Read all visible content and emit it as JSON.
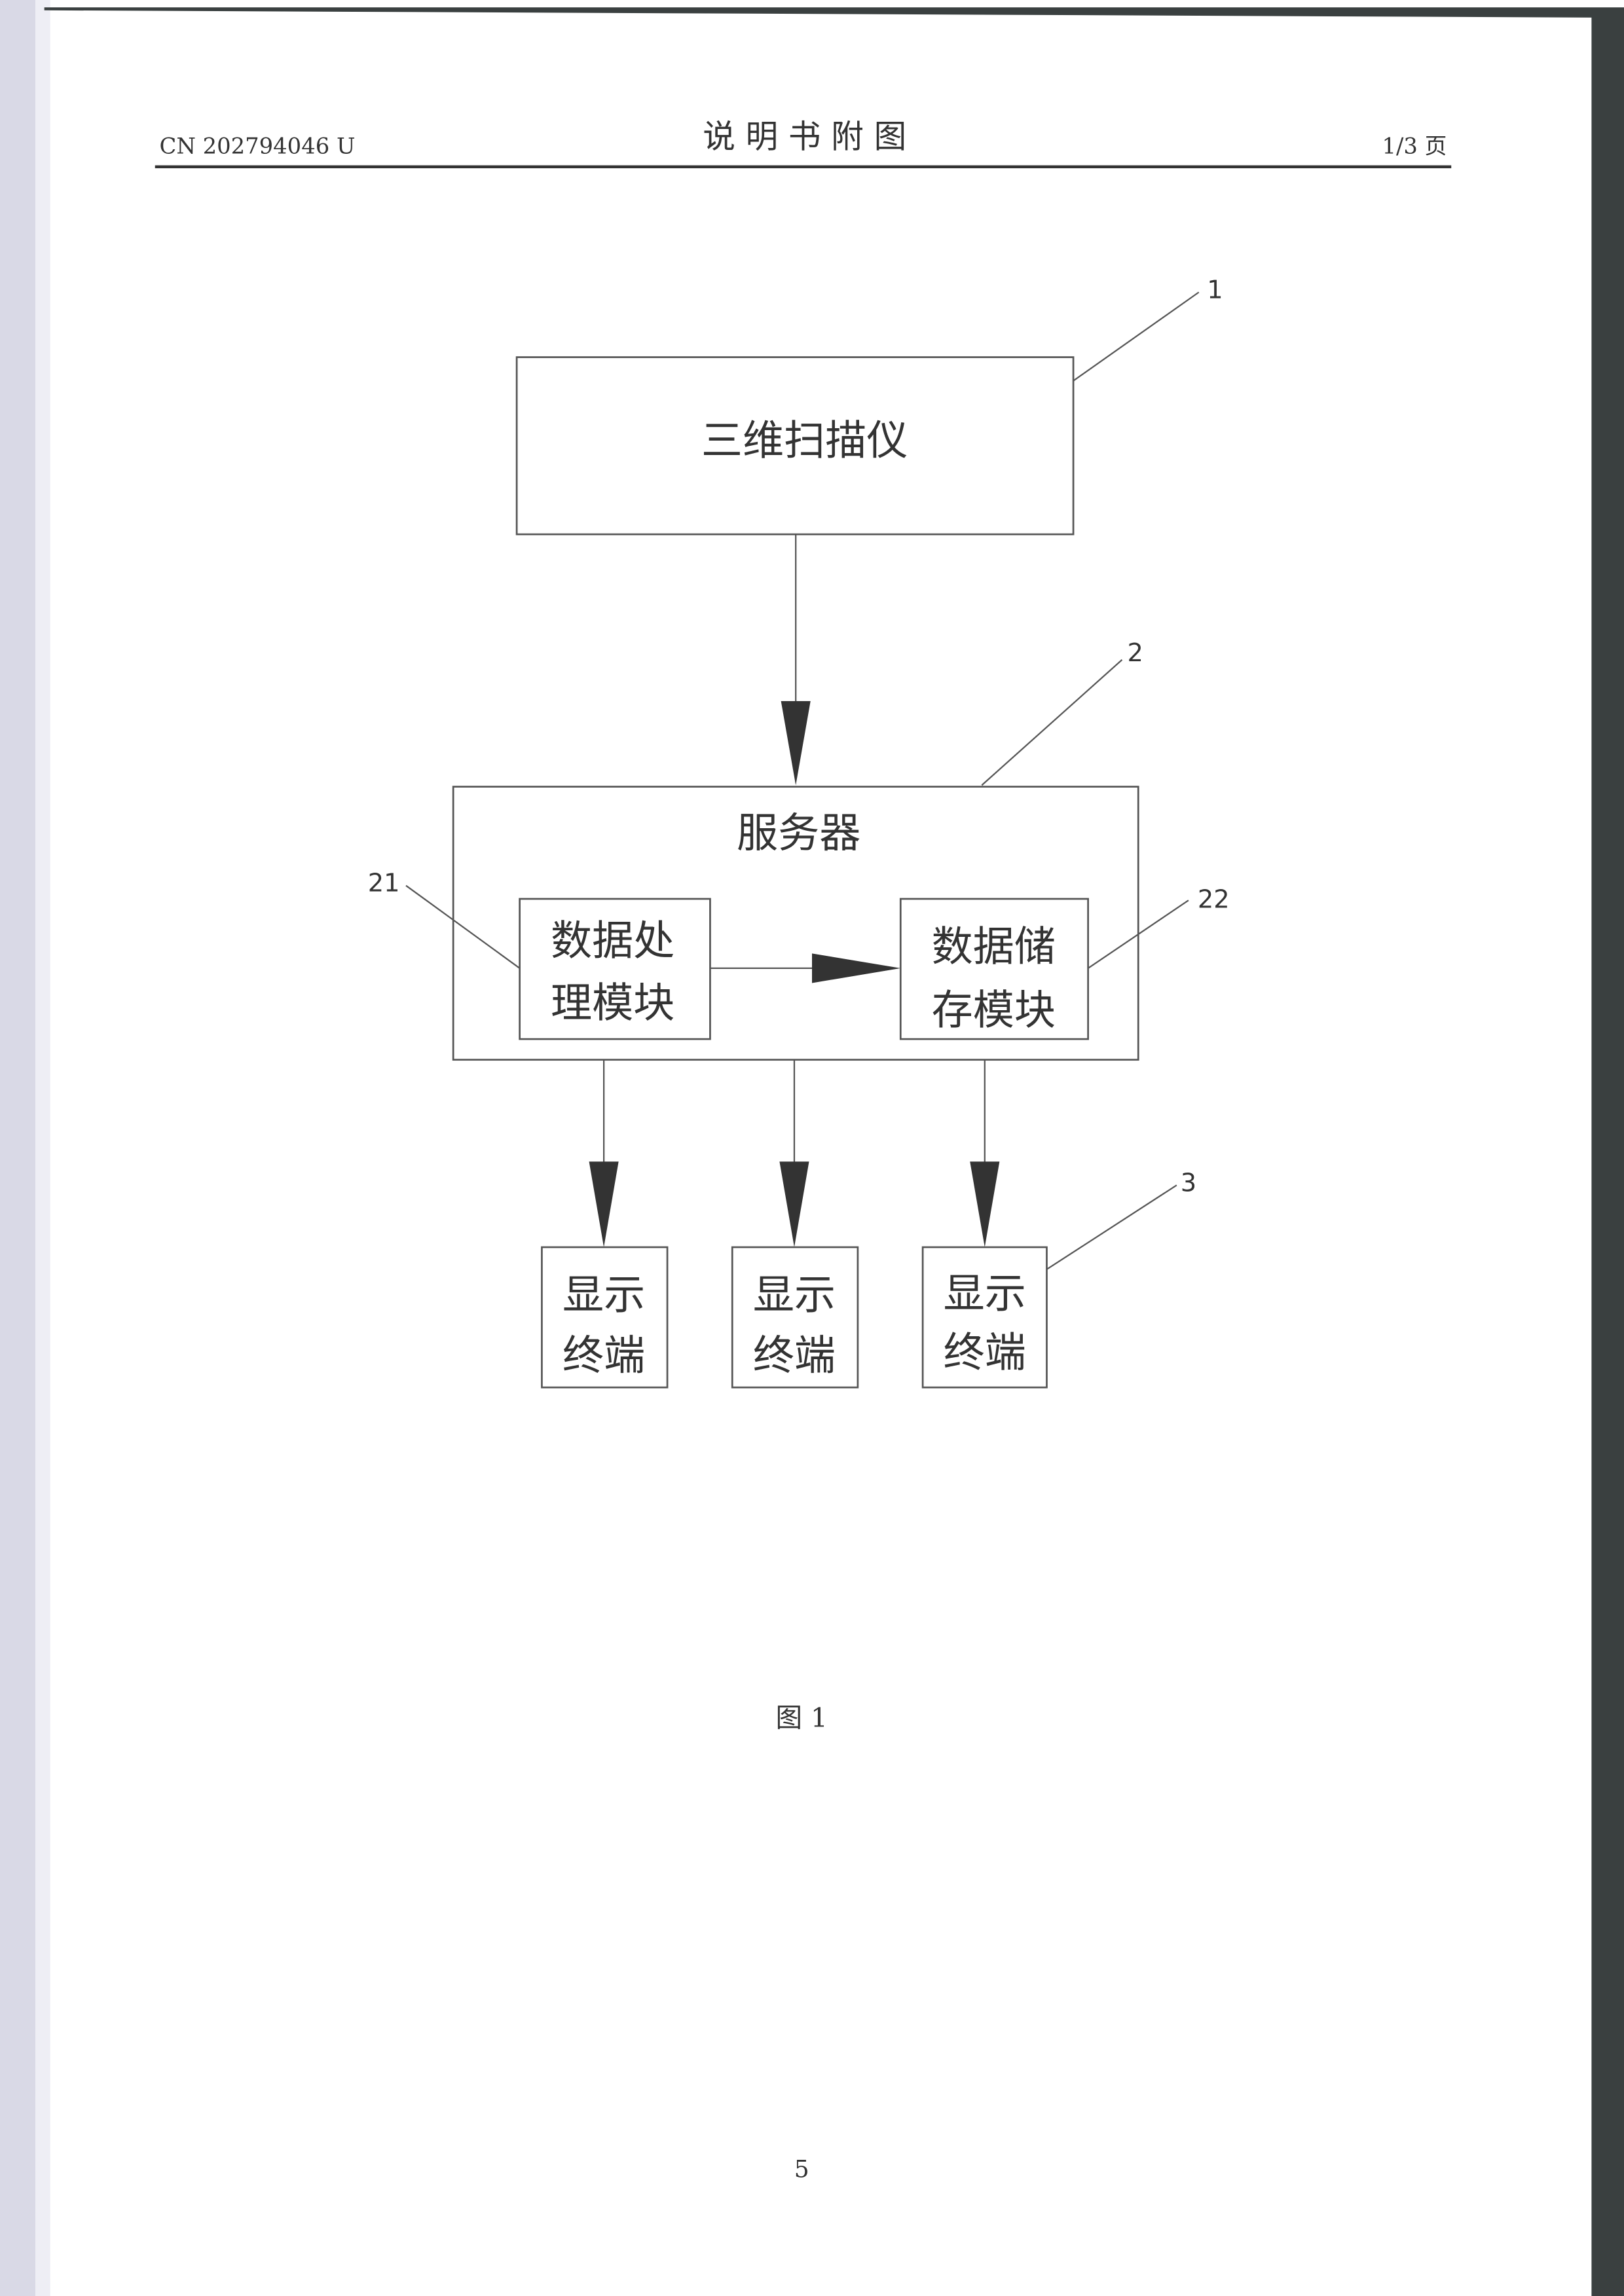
{
  "header": {
    "patent_number": "CN 202794046 U",
    "title": "说 明 书 附 图",
    "page_info": "1/3 页"
  },
  "diagram": {
    "scanner": {
      "label": "三维扫描仪",
      "ref": "1"
    },
    "server": {
      "label": "服务器",
      "ref": "2"
    },
    "processing_module": {
      "line1": "数据处",
      "line2": "理模块",
      "ref": "21"
    },
    "storage_module": {
      "line1": "数据储",
      "line2": "存模块",
      "ref": "22"
    },
    "terminals": [
      {
        "line1": "显示",
        "line2": "终端"
      },
      {
        "line1": "显示",
        "line2": "终端"
      },
      {
        "line1": "显示",
        "line2": "终端",
        "ref": "3"
      }
    ]
  },
  "caption": "图 1",
  "page_number": "5"
}
